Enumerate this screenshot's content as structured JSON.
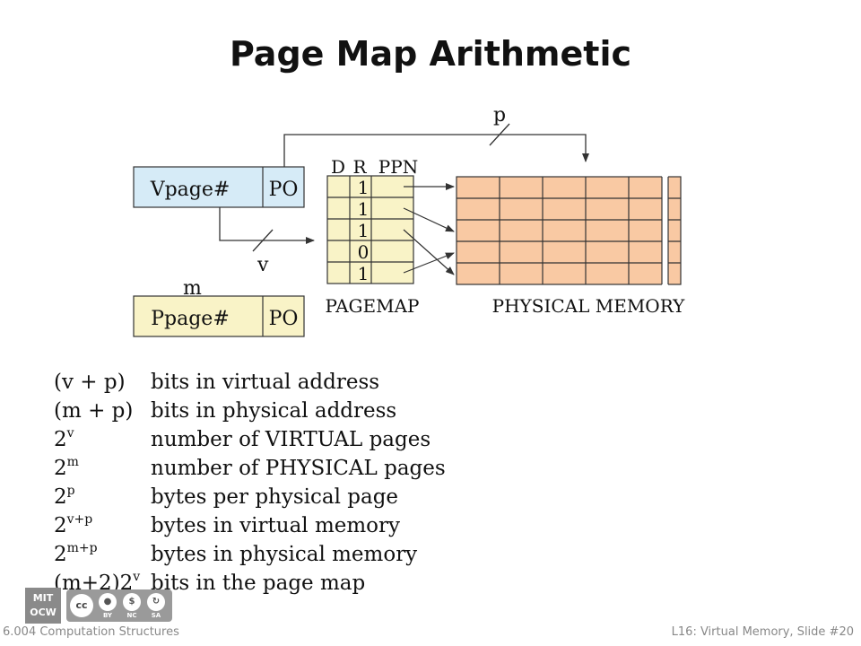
{
  "slide": {
    "title": "Page Map Arithmetic"
  },
  "diagram": {
    "virtual_address": {
      "page_label": "Vpage#",
      "offset_label": "PO"
    },
    "physical_address": {
      "page_label": "Ppage#",
      "offset_label": "PO"
    },
    "pagemap": {
      "header_d": "D",
      "header_r": "R",
      "header_ppn": "PPN",
      "resident_bits": [
        "1",
        "1",
        "1",
        "0",
        "1"
      ],
      "caption": "PAGEMAP"
    },
    "physical_memory": {
      "caption": "PHYSICAL MEMORY"
    },
    "labels": {
      "p": "p",
      "v": "v",
      "m": "m"
    },
    "colors": {
      "virtual_fill": "#d6ebf7",
      "physical_addr_fill": "#f9f3c7",
      "memory_fill": "#f9c9a3",
      "line": "#333333"
    }
  },
  "definitions": [
    {
      "term": "(v + p)",
      "desc": "bits in virtual address"
    },
    {
      "term": "(m + p)",
      "desc": "bits in physical address"
    },
    {
      "term_base": "2",
      "term_sup": "v",
      "desc": "number of VIRTUAL pages"
    },
    {
      "term_base": "2",
      "term_sup": "m",
      "desc": "number of PHYSICAL pages"
    },
    {
      "term_base": "2",
      "term_sup": "p",
      "desc": "bytes per physical page"
    },
    {
      "term_base": "2",
      "term_sup": "v+p",
      "desc": "bytes in virtual memory"
    },
    {
      "term_base": "2",
      "term_sup": "m+p",
      "desc": "bytes in physical memory"
    },
    {
      "term_base": "(m+2)2",
      "term_sup": "v",
      "desc": "bits in the page map"
    }
  ],
  "license": {
    "mit_line1": "MIT",
    "mit_line2": "OCW",
    "cc": "cc",
    "by": "BY",
    "nc": "NC",
    "sa": "SA"
  },
  "footer": {
    "left": "6.004 Computation Structures",
    "right": "L16: Virtual Memory, Slide #20"
  }
}
